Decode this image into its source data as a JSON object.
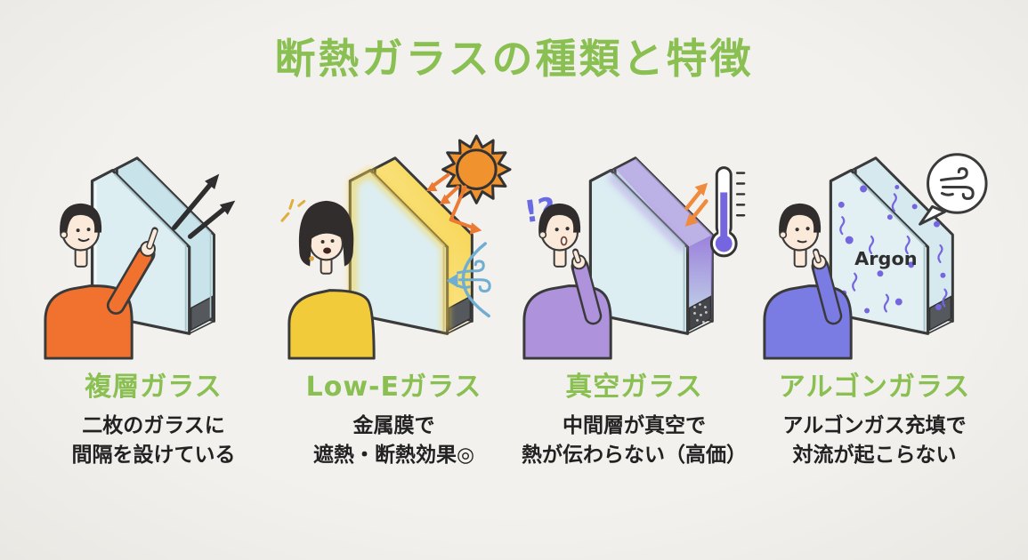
{
  "title": "断熱ガラスの種類と特徴",
  "theme": {
    "accent_green": "#8ABF52",
    "background": "#F1EFEC",
    "text_dark": "#1F1F1F",
    "glass_blue": "#DCEEF2",
    "lowe_yellow": "#F7D03C",
    "vacuum_purple": "#9B80DC",
    "argon_purple": "#7566DF",
    "heat_orange": "#EC7A33",
    "wind_blue": "#6FAED2"
  },
  "panels": [
    {
      "name": "複層ガラス",
      "description_line1": "二枚のガラスに",
      "description_line2": "間隔を設けている"
    },
    {
      "name": "Low-Eガラス",
      "description_line1": "金属膜で",
      "description_line2": "遮熱・断熱効果◎"
    },
    {
      "name": "真空ガラス",
      "description_line1": "中間層が真空で",
      "description_line2": "熱が伝わらない（高価）",
      "interjection": "!?"
    },
    {
      "name": "アルゴンガラス",
      "description_line1": "アルゴンガス充填で",
      "description_line2": "対流が起こらない",
      "gas_label": "Argon"
    }
  ]
}
